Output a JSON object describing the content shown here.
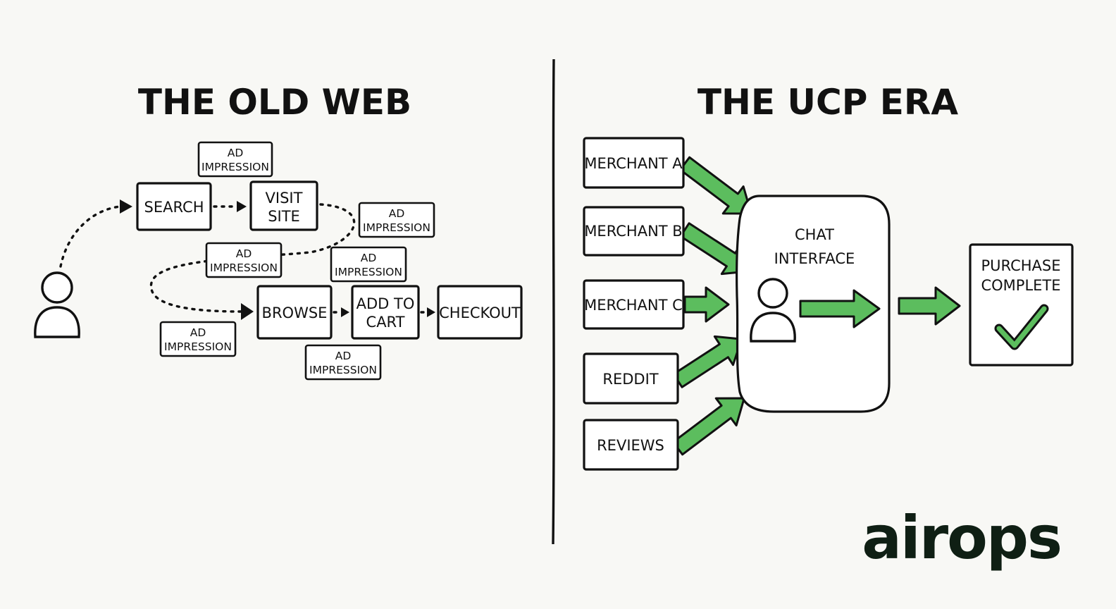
{
  "titles": {
    "old_web": "THE OLD WEB",
    "ucp_era": "THE UCP ERA"
  },
  "old_web": {
    "search": "SEARCH",
    "visit_site": [
      "VISIT",
      "SITE"
    ],
    "browse": "BROWSE",
    "add_to_cart": [
      "ADD TO",
      "CART"
    ],
    "checkout": "CHECKOUT",
    "ad_impression": [
      "AD",
      "IMPRESSION"
    ]
  },
  "ucp_era": {
    "sources": [
      "MERCHANT A",
      "MERCHANT B",
      "MERCHANT C",
      "REDDIT",
      "REVIEWS"
    ],
    "chat_interface": [
      "CHAT",
      "INTERFACE"
    ],
    "purchase_complete": [
      "PURCHASE",
      "COMPLETE"
    ]
  },
  "logo": "airops",
  "colors": {
    "accent_green": "#5cbd5e",
    "ink": "#111111",
    "background": "#f8f8f5"
  }
}
